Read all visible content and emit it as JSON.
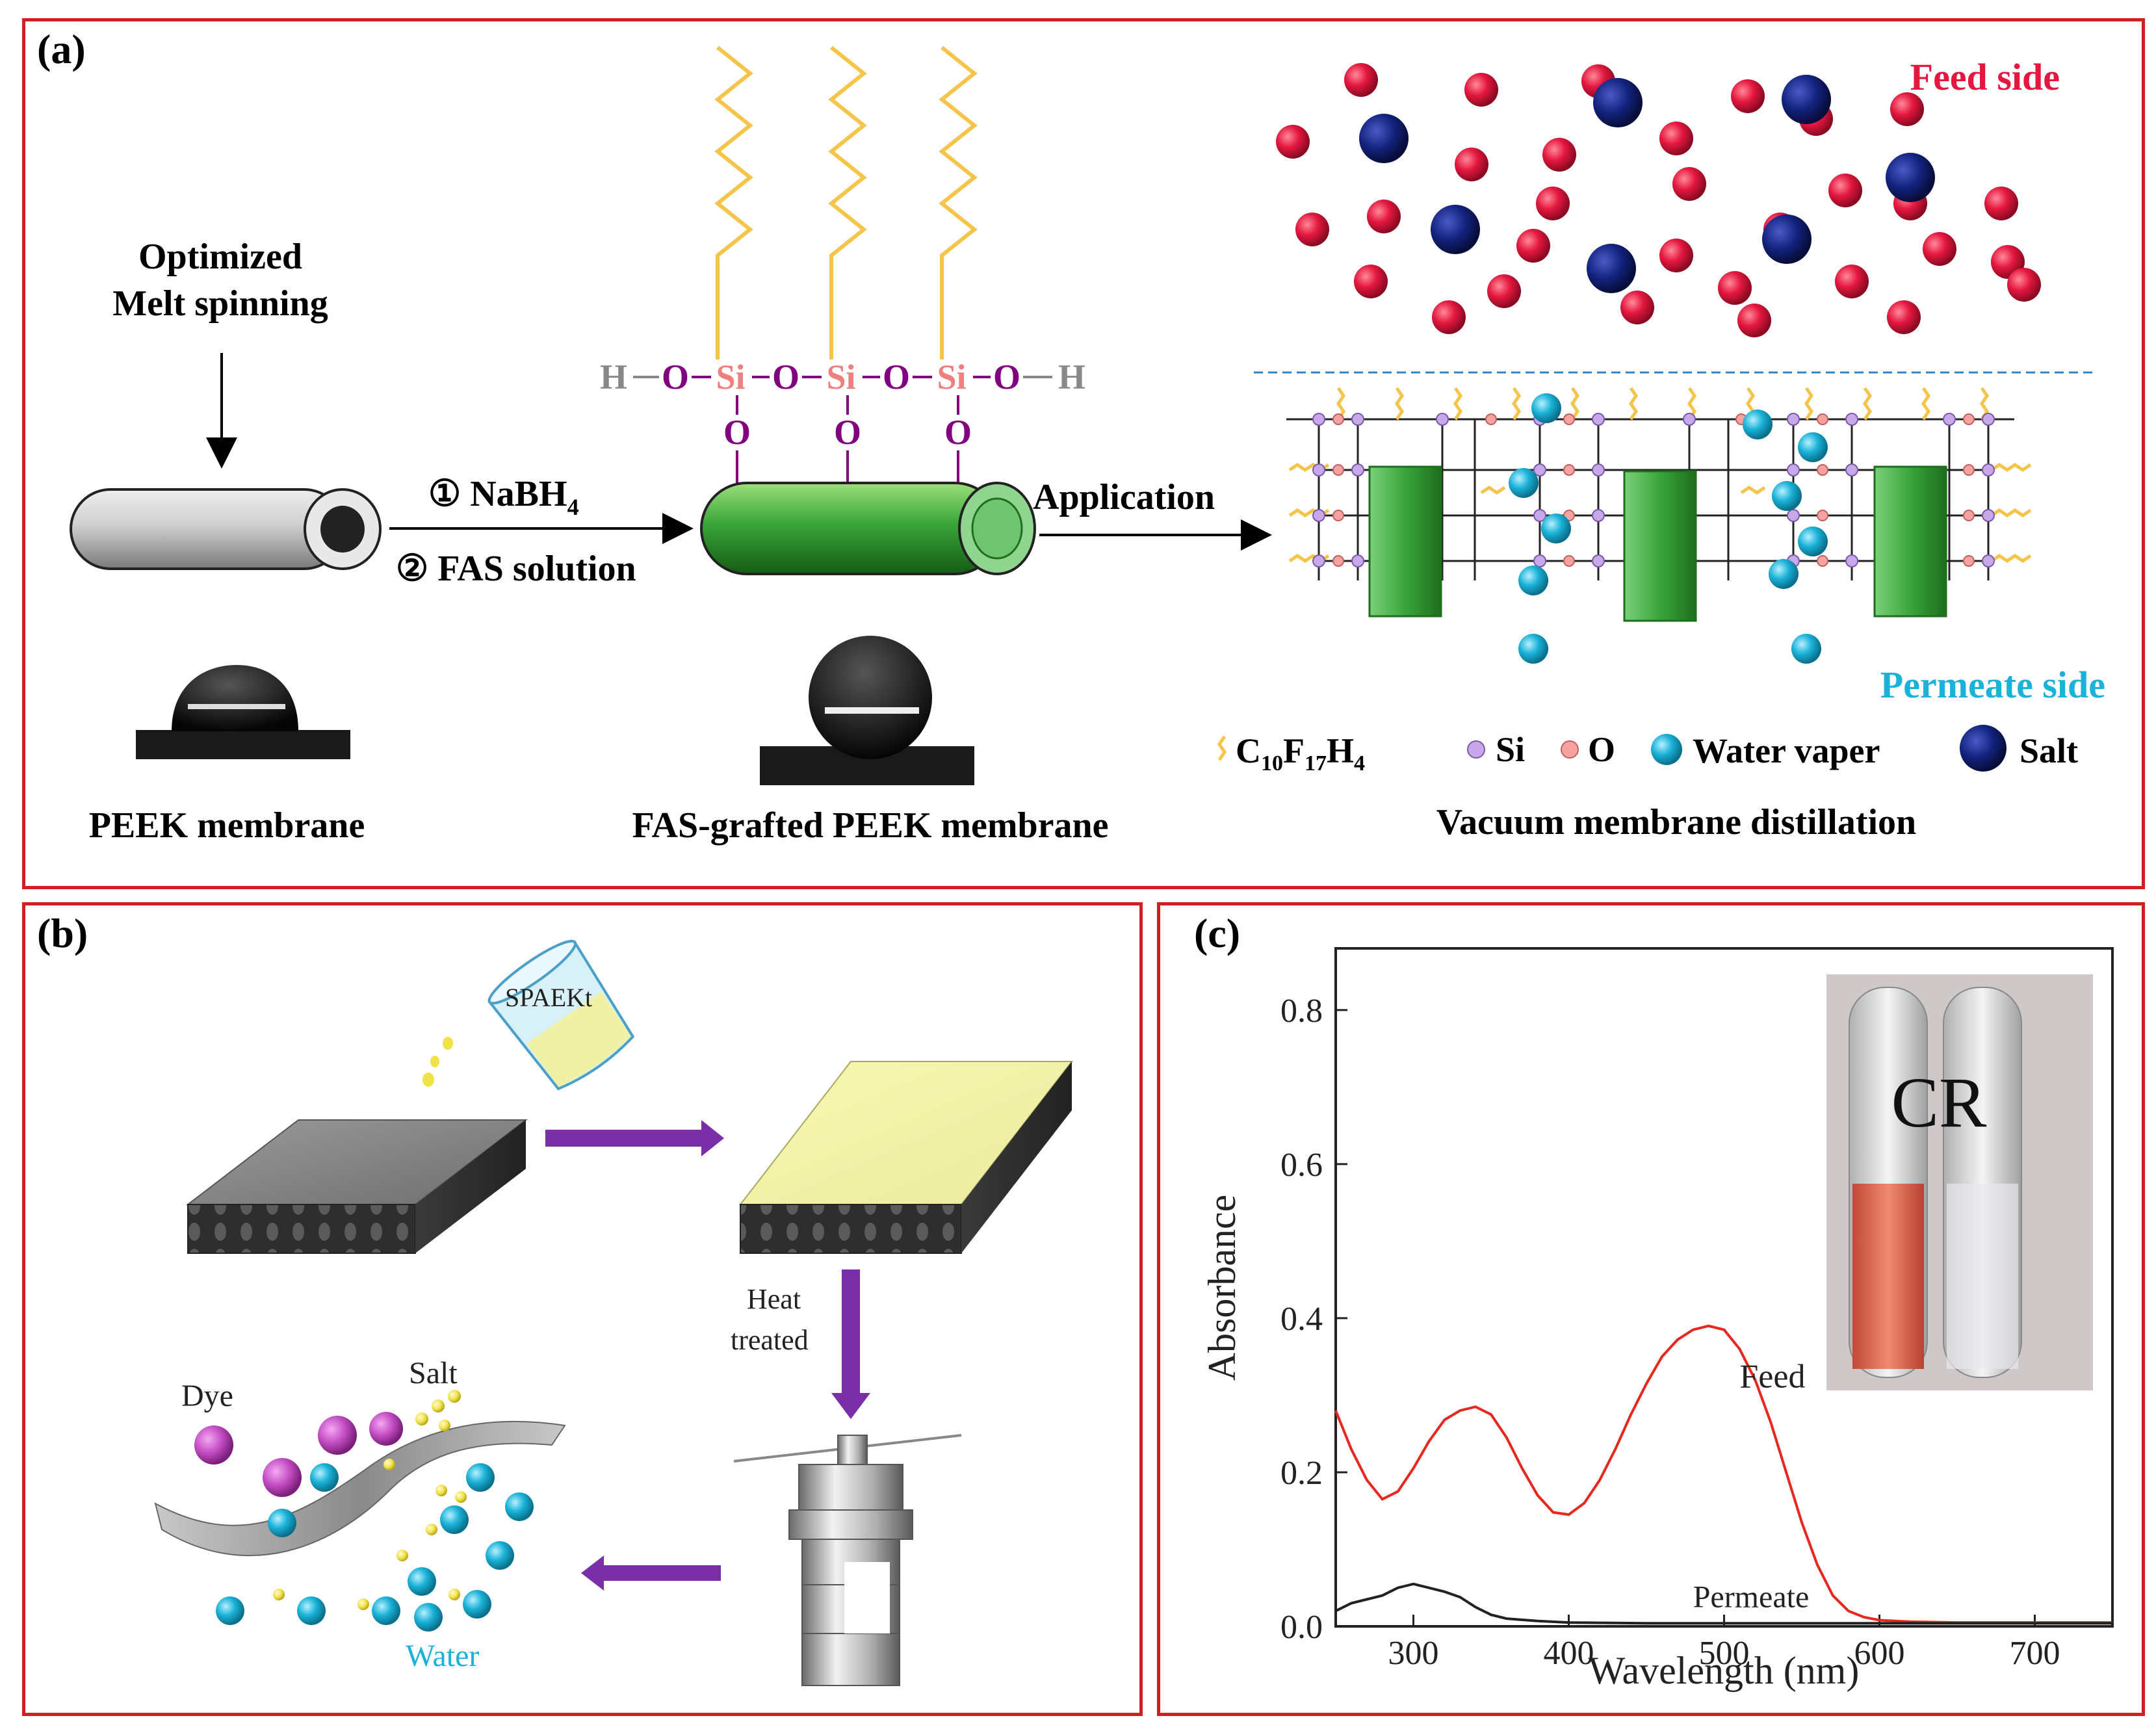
{
  "panel_a": {
    "label": "(a)",
    "step1": [
      "Optimized",
      "Melt spinning"
    ],
    "reagent1": "① NaBH",
    "reagent1_sub": "4",
    "reagent2": "② FAS solution",
    "application": "Application",
    "chain": {
      "H": "H",
      "O": "O",
      "Si": "Si"
    },
    "feed_side": "Feed side",
    "permeate_side": "Permeate side",
    "legend": {
      "fas": "C",
      "fas_sub1": "10",
      "fas_f": "F",
      "fas_sub2": "17",
      "fas_h": "H",
      "fas_sub3": "4",
      "si": "Si",
      "o": "O",
      "water": "Water vaper",
      "salt": "Salt"
    },
    "captions": [
      "PEEK membrane",
      "FAS-grafted PEEK membrane",
      "Vacuum membrane distillation"
    ],
    "colors": {
      "red_ball": "#e5173f",
      "salt_ball": "#13237e",
      "water_ball": "#1ab2d8",
      "chain": "#f5c44a",
      "tube_green": "#3aa53a",
      "si": "#f4a3a0",
      "o_atom": "#800080"
    }
  },
  "panel_b": {
    "label": "(b)",
    "beaker_label": "SPAEKt",
    "heat": [
      "Heat",
      "treated"
    ],
    "dye": "Dye",
    "salt": "Salt",
    "water": "Water",
    "colors": {
      "dye": "#c24cc2",
      "salt": "#f2e24a",
      "water": "#1ab2d8",
      "arrow": "#7a2fa8"
    }
  },
  "panel_c": {
    "label": "(c)",
    "inset_text": "CR",
    "feed_label": "Feed",
    "permeate_label": "Permeate"
  },
  "chart_data": {
    "type": "line",
    "xlabel": "Wavelength (nm)",
    "ylabel": "Absorbance",
    "xlim": [
      250,
      750
    ],
    "ylim": [
      0,
      0.88
    ],
    "xticks": [
      300,
      400,
      500,
      600,
      700
    ],
    "yticks": [
      0.0,
      0.2,
      0.4,
      0.6,
      0.8
    ],
    "xtick_labels": [
      "300",
      "400",
      "500",
      "600",
      "700"
    ],
    "ytick_labels": [
      "0.0",
      "0.2",
      "0.4",
      "0.6",
      "0.8"
    ],
    "series": [
      {
        "name": "Feed",
        "color": "#e8281e",
        "x": [
          250,
          260,
          270,
          280,
          290,
          300,
          310,
          320,
          330,
          340,
          350,
          360,
          370,
          380,
          390,
          400,
          410,
          420,
          430,
          440,
          450,
          460,
          470,
          480,
          490,
          500,
          510,
          520,
          530,
          540,
          550,
          560,
          570,
          580,
          590,
          600,
          620,
          650,
          700,
          750
        ],
        "y": [
          0.28,
          0.23,
          0.19,
          0.165,
          0.175,
          0.205,
          0.24,
          0.268,
          0.28,
          0.285,
          0.275,
          0.245,
          0.205,
          0.17,
          0.148,
          0.145,
          0.16,
          0.19,
          0.23,
          0.275,
          0.315,
          0.35,
          0.372,
          0.385,
          0.39,
          0.385,
          0.36,
          0.32,
          0.265,
          0.2,
          0.135,
          0.08,
          0.04,
          0.02,
          0.012,
          0.008,
          0.006,
          0.005,
          0.005,
          0.005
        ]
      },
      {
        "name": "Permeate",
        "color": "#222222",
        "x": [
          250,
          260,
          270,
          280,
          290,
          300,
          310,
          320,
          330,
          340,
          350,
          360,
          380,
          400,
          450,
          500,
          550,
          600,
          650,
          700,
          750
        ],
        "y": [
          0.02,
          0.03,
          0.035,
          0.04,
          0.05,
          0.055,
          0.05,
          0.045,
          0.038,
          0.025,
          0.015,
          0.01,
          0.007,
          0.005,
          0.004,
          0.004,
          0.004,
          0.004,
          0.004,
          0.004,
          0.004
        ]
      }
    ]
  }
}
